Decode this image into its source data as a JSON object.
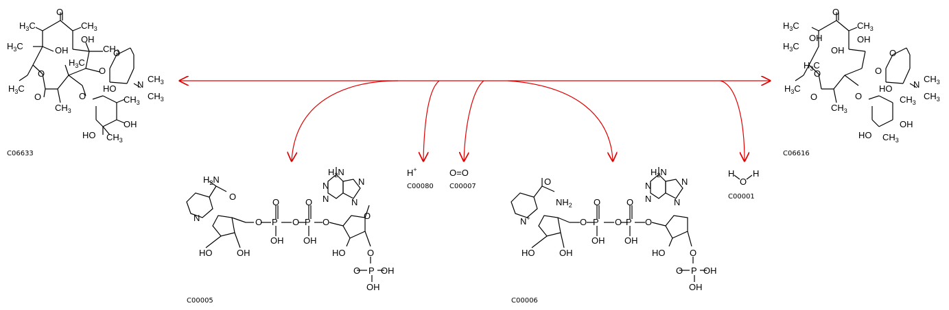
{
  "compounds": {
    "c06633": {
      "id": "C06633",
      "formula_text": ""
    },
    "c06616": {
      "id": "C06616"
    },
    "c00005": {
      "id": "C00005"
    },
    "c00006": {
      "id": "C00006"
    },
    "c00080": {
      "id": "C00080",
      "symbol": "H",
      "charge": "+"
    },
    "c00007": {
      "id": "C00007",
      "symbol": "O=O"
    },
    "c00001": {
      "id": "C00001",
      "symbol_h": "H",
      "symbol_o": "O"
    }
  },
  "atoms": {
    "O": "O",
    "OH": "OH",
    "HO": "HO",
    "CH3": "CH",
    "H3C": "H",
    "N": "N",
    "P": "P",
    "NH2": "NH",
    "H2N": "H",
    "sub2": "2",
    "sub3": "3",
    "plus": "+"
  },
  "colors": {
    "arrow": "#e00000",
    "ink": "#000000"
  }
}
